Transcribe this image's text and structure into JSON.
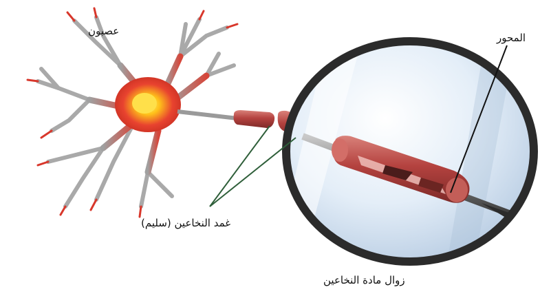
{
  "labels": {
    "neuron": "عصبون",
    "axon": "المحور",
    "myelin_healthy": "غمد النخاعين (سليم)",
    "demyelination": "زوال مادة النخاعين"
  },
  "colors": {
    "neuron_red": "#e23b2e",
    "dendrite_gray": "#9a9a9a",
    "nucleus_yellow": "#ffd21a",
    "myelin_red": "#b84a48",
    "lens_ring": "#2b2b2b",
    "lens_glass": "#d8e6f4",
    "pointer_green": "#2f5f3a"
  }
}
